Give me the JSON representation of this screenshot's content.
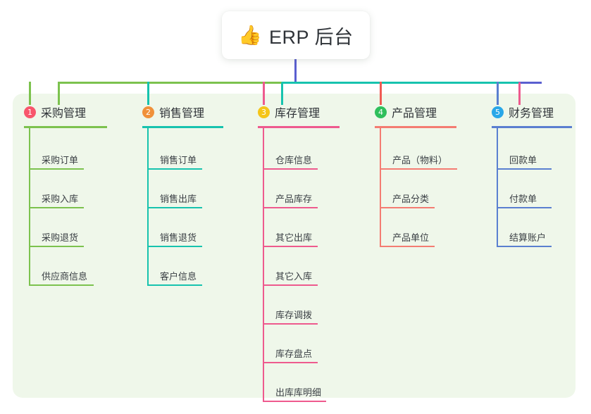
{
  "root": {
    "emoji": "👍",
    "emoji_name": "thumbs-up-icon",
    "title": "ERP 后台"
  },
  "palette": {
    "panel_bg": "#eff7ea",
    "page_bg": "#ffffff",
    "text": "#2f3338",
    "bus_left": "#7cc24e",
    "bus_mid": "#17c3ae",
    "bus_right": "#5a5fd0",
    "root_stem": "#5a5fd0"
  },
  "columns": [
    {
      "index": "1",
      "title": "采购管理",
      "badge_color": "#f8566c",
      "line_color": "#7cc24e",
      "stub_color": "#7cc24e",
      "items": [
        "采购订单",
        "采购入库",
        "采购退货",
        "供应商信息"
      ]
    },
    {
      "index": "2",
      "title": "销售管理",
      "badge_color": "#f0913a",
      "line_color": "#17c3ae",
      "stub_color": "#17c3ae",
      "items": [
        "销售订单",
        "销售出库",
        "销售退货",
        "客户信息"
      ]
    },
    {
      "index": "3",
      "title": "库存管理",
      "badge_color": "#f5c518",
      "line_color": "#ee5a8e",
      "stub_color": "#ee5a8e",
      "items": [
        "仓库信息",
        "产品库存",
        "其它出库",
        "其它入库",
        "库存调拨",
        "库存盘点",
        "出库库明细"
      ]
    },
    {
      "index": "4",
      "title": "产品管理",
      "badge_color": "#2fbf5c",
      "line_color": "#f47c72",
      "stub_color": "#f05a53",
      "items": [
        "产品（物料）",
        "产品分类",
        "产品单位"
      ]
    },
    {
      "index": "5",
      "title": "财务管理",
      "badge_color": "#29a7e8",
      "line_color": "#5a7fd0",
      "stub_color": "#5a7fd0",
      "items": [
        "回款单",
        "付款单",
        "结算账户"
      ]
    }
  ]
}
